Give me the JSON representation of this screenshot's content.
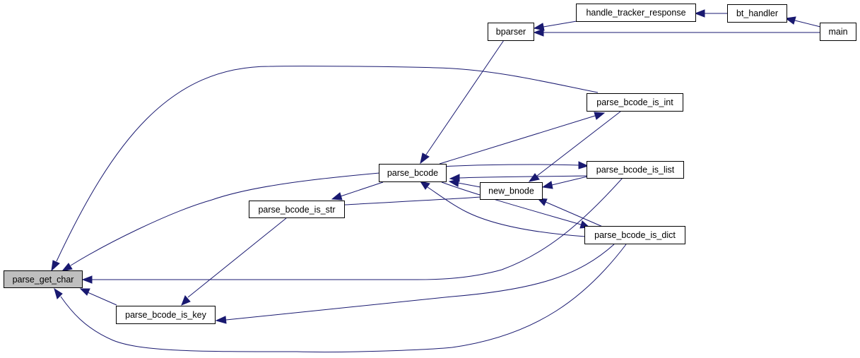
{
  "diagram": {
    "type": "caller-graph",
    "colors": {
      "edge": "#191970",
      "root_fill": "#bfbfbf",
      "node_fill": "#ffffff",
      "node_border": "#000000"
    },
    "nodes": {
      "parse_get_char": "parse_get_char",
      "parse_bcode_is_key": "parse_bcode_is_key",
      "parse_bcode_is_str": "parse_bcode_is_str",
      "parse_bcode": "parse_bcode",
      "new_bnode": "new_bnode",
      "parse_bcode_is_int": "parse_bcode_is_int",
      "parse_bcode_is_list": "parse_bcode_is_list",
      "parse_bcode_is_dict": "parse_bcode_is_dict",
      "bparser": "bparser",
      "handle_tracker_response": "handle_tracker_response",
      "bt_handler": "bt_handler",
      "main": "main"
    },
    "edges": [
      {
        "from": "parse_bcode_is_key",
        "to": "parse_get_char"
      },
      {
        "from": "parse_bcode_is_str",
        "to": "parse_bcode_is_key"
      },
      {
        "from": "parse_bcode",
        "to": "parse_get_char"
      },
      {
        "from": "parse_bcode_is_int",
        "to": "parse_get_char"
      },
      {
        "from": "parse_bcode_is_list",
        "to": "parse_get_char"
      },
      {
        "from": "parse_bcode_is_dict",
        "to": "parse_get_char"
      },
      {
        "from": "parse_bcode_is_dict",
        "to": "parse_bcode_is_key"
      },
      {
        "from": "parse_bcode",
        "to": "parse_bcode_is_str"
      },
      {
        "from": "new_bnode",
        "to": "parse_bcode_is_str"
      },
      {
        "from": "bparser",
        "to": "parse_bcode"
      },
      {
        "from": "parse_bcode",
        "to": "parse_bcode_is_int"
      },
      {
        "from": "parse_bcode",
        "to": "parse_bcode_is_list"
      },
      {
        "from": "parse_bcode_is_list",
        "to": "parse_bcode"
      },
      {
        "from": "new_bnode",
        "to": "parse_bcode"
      },
      {
        "from": "parse_bcode_is_dict",
        "to": "parse_bcode"
      },
      {
        "from": "parse_bcode",
        "to": "parse_bcode_is_dict"
      },
      {
        "from": "parse_bcode_is_int",
        "to": "new_bnode"
      },
      {
        "from": "parse_bcode_is_list",
        "to": "new_bnode"
      },
      {
        "from": "parse_bcode_is_dict",
        "to": "new_bnode"
      },
      {
        "from": "handle_tracker_response",
        "to": "bparser"
      },
      {
        "from": "main",
        "to": "bparser"
      },
      {
        "from": "bt_handler",
        "to": "handle_tracker_response"
      },
      {
        "from": "main",
        "to": "bt_handler"
      }
    ]
  }
}
